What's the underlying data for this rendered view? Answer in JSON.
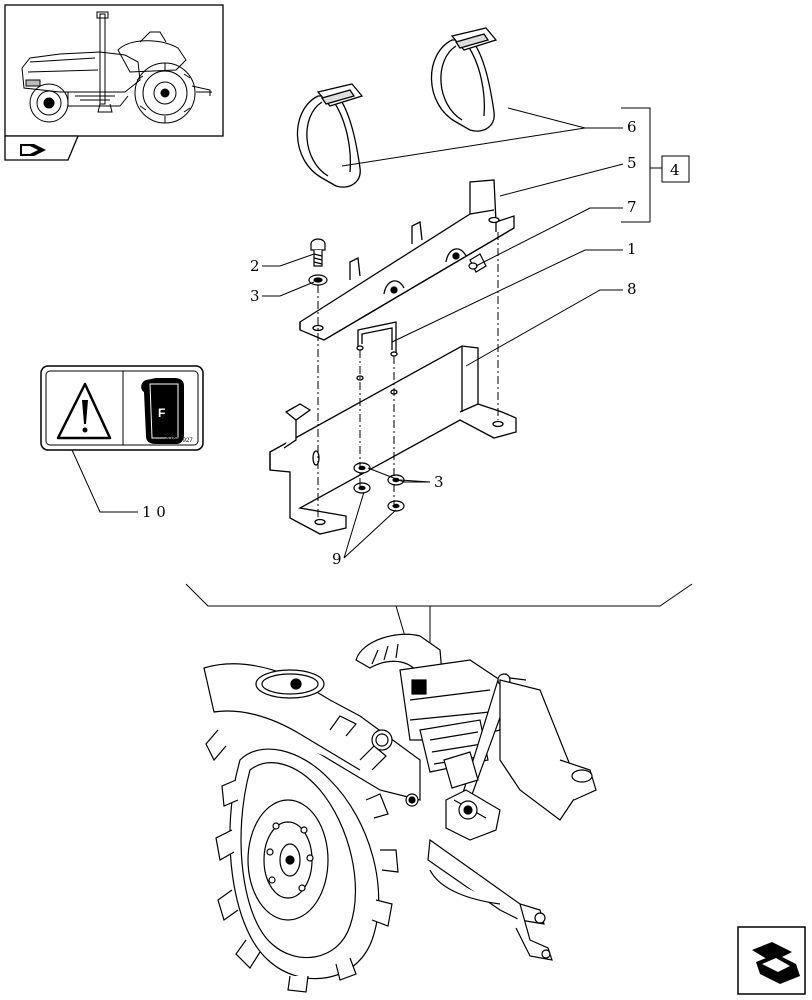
{
  "thumbnail": {
    "caption": ""
  },
  "decal": {
    "code": "84269927",
    "symbol_letter": "F"
  },
  "callouts": {
    "c1": "1",
    "c2": "2",
    "c3a": "3",
    "c3b": "3",
    "c4": "4",
    "c5": "5",
    "c6": "6",
    "c7": "7",
    "c8": "8",
    "c9": "9",
    "c10": "1 0"
  },
  "icons": {
    "prev": "back-arrow-icon",
    "next": "forward-arrow-icon"
  }
}
